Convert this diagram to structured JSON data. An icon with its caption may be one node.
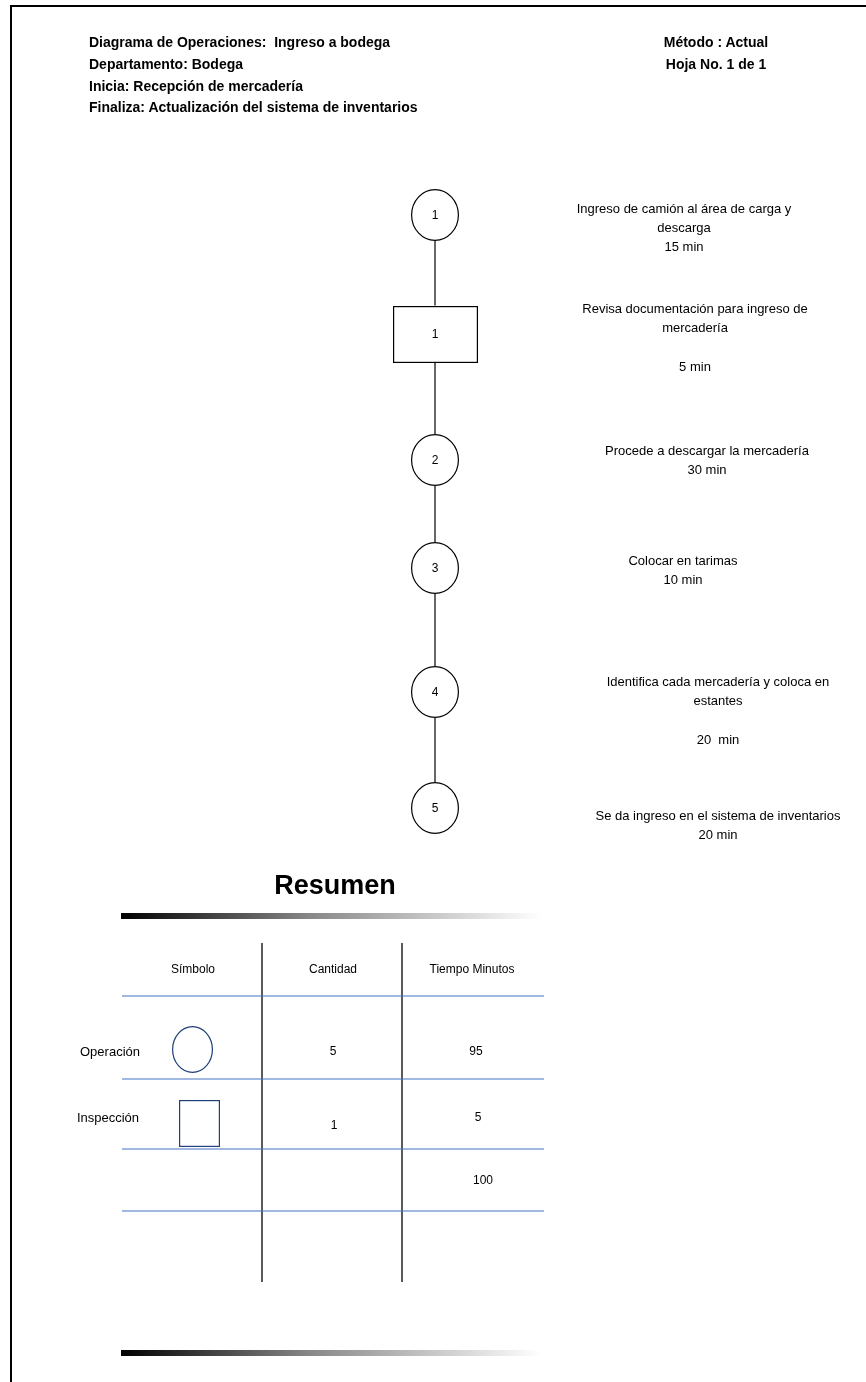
{
  "diagram": {
    "title": "Diagrama de Operaciones:  Ingreso a bodega",
    "nodes": [
      {
        "text": [
          "1"
        ],
        "beside": [
          "Ingreso de camión al área de carga y descarga",
          "15 min"
        ]
      },
      {
        "text": [
          "1"
        ],
        "beside": [
          "Revisa documentación para ingreso de mercadería",
          "5 min"
        ]
      },
      {
        "text": [
          "2"
        ],
        "beside": [
          "Procede a descargar la mercadería",
          "30 min"
        ]
      },
      {
        "text": [
          "3"
        ],
        "beside": [
          "Colocar en tarimas",
          "10 min"
        ]
      },
      {
        "text": [
          "4"
        ],
        "beside": [
          "Identifica cada mercadería y coloca en estantes",
          "20  min"
        ]
      },
      {
        "text": [
          "5"
        ],
        "beside": [
          "Se da ingreso en el sistema de inventarios",
          "20 min"
        ]
      },
      {
        "text": [],
        "shape": "circle"
      },
      {
        "text": [],
        "shape": "box"
      }
    ],
    "edges": [
      {
        "from": 0,
        "to": 1,
        "arrow": "none"
      },
      {
        "from": 1,
        "to": 2,
        "arrow": "none"
      },
      {
        "from": 2,
        "to": 3,
        "arrow": "none"
      },
      {
        "from": 3,
        "to": 4,
        "arrow": "none"
      },
      {
        "from": 4,
        "to": 5,
        "arrow": "none"
      }
    ],
    "labels": [
      "Departamento: Bodega",
      "Inicia: Recepción de mercadería",
      "Finaliza: Actualización del sistema de inventarios",
      "Método : Actual",
      "Hoja No. 1 de 1",
      "Resumen",
      "Símbolo",
      "Cantidad",
      "Tiempo Minutos",
      "Operación",
      "5",
      "95",
      "Inspección",
      "1",
      "5",
      "100"
    ]
  }
}
